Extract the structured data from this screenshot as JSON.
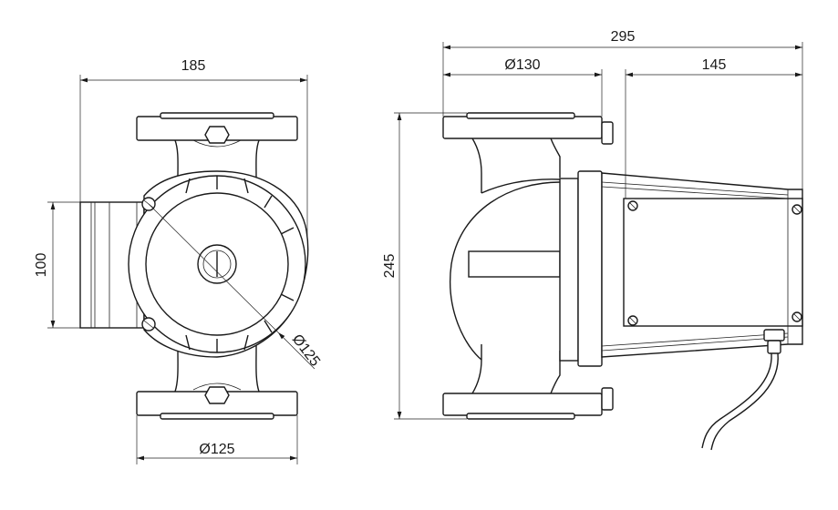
{
  "dimensions": {
    "front_width": "185",
    "front_inlet_height": "100",
    "front_flange_diameter": "Ø125",
    "front_motor_diameter": "Ø125",
    "side_total_width": "295",
    "side_flange_diameter": "Ø130",
    "side_motor_depth": "145",
    "side_height": "245"
  },
  "colors": {
    "line": "#1a1a1a",
    "background": "#ffffff"
  }
}
